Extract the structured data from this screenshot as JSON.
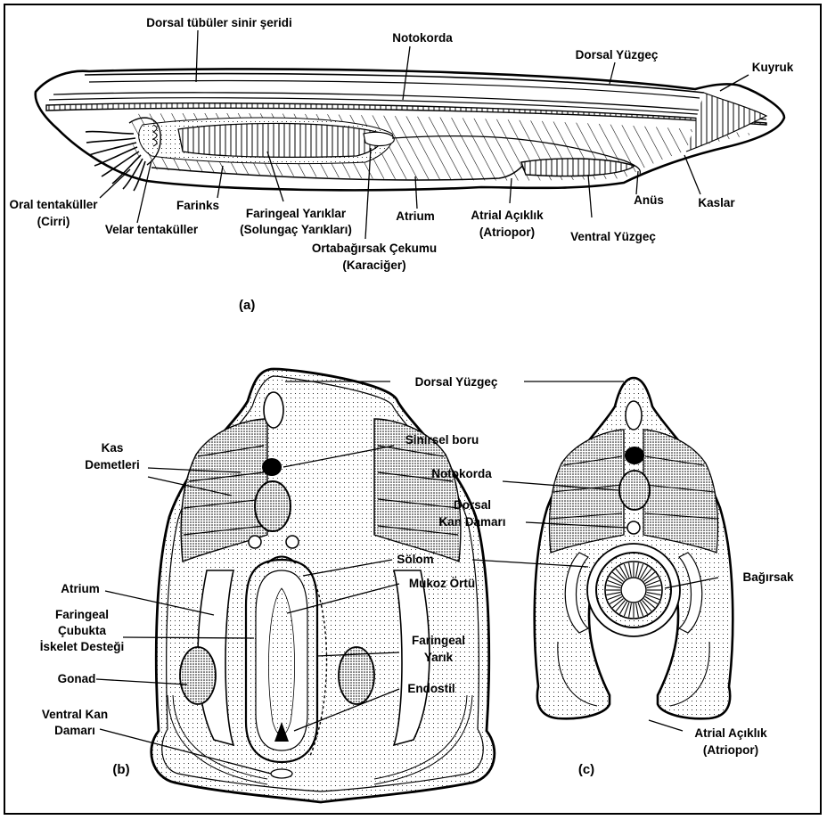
{
  "figure": {
    "panel_a": {
      "marker": "(a)",
      "labels": {
        "dorsal_nerve_cord": "Dorsal tübüler sinir şeridi",
        "notochord": "Notokorda",
        "dorsal_fin": "Dorsal Yüzgeç",
        "tail": "Kuyruk",
        "oral_tentacles_1": "Oral tentaküller",
        "oral_tentacles_2": "(Cirri)",
        "velar_tentacles": "Velar tentaküller",
        "pharynx": "Farinks",
        "pharyngeal_slits_1": "Faringeal Yarıklar",
        "pharyngeal_slits_2": "(Solungaç Yarıkları)",
        "atrium": "Atrium",
        "midgut_cecum_1": "Ortabağırsak Çekumu",
        "midgut_cecum_2": "(Karaciğer)",
        "atriopore_1": "Atrial Açıklık",
        "atriopore_2": "(Atriopor)",
        "ventral_fin": "Ventral Yüzgeç",
        "anus": "Anüs",
        "muscles": "Kaslar"
      }
    },
    "panel_b": {
      "marker": "(b)",
      "labels": {
        "dorsal_fin": "Dorsal Yüzgeç",
        "muscle_bundles_1": "Kas",
        "muscle_bundles_2": "Demetleri",
        "neural_tube": "Sinirsel boru",
        "coelom": "Sölom",
        "atrium": "Atrium",
        "mucous_cover": "Mukoz Örtü",
        "rod_1": "Faringeal",
        "rod_2": "Çubukta",
        "rod_3": "İskelet Desteği",
        "pharyngeal_slit_1": "Faringeal",
        "pharyngeal_slit_2": "Yarık",
        "gonad": "Gonad",
        "endostyle": "Endostil",
        "ventral_vessel_1": "Ventral Kan",
        "ventral_vessel_2": "Damarı"
      }
    },
    "panel_c": {
      "marker": "(c)",
      "labels": {
        "notochord": "Notokorda",
        "dorsal_vessel_1": "Dorsal",
        "dorsal_vessel_2": "Kan Damarı",
        "intestine": "Bağırsak",
        "atriopore_1": "Atrial Açıklık",
        "atriopore_2": "(Atriopor)"
      }
    },
    "colors": {
      "ink": "#000000",
      "paper": "#ffffff",
      "stipple": "#d9d9d9"
    }
  }
}
